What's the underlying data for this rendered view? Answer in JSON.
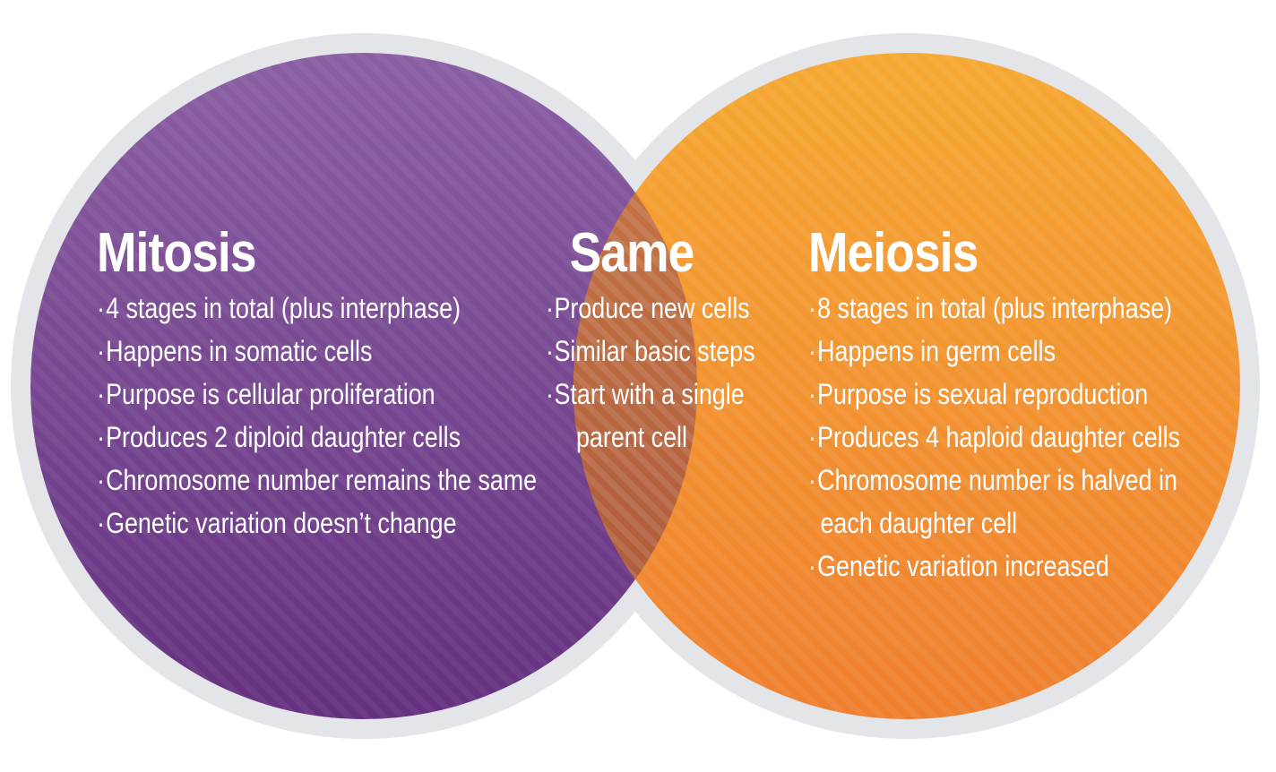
{
  "mitosis": {
    "title": "Mitosis",
    "color": "#6e3d8c",
    "items": [
      "4 stages in total (plus interphase)",
      "Happens in somatic cells",
      "Purpose is cellular proliferation",
      "Produces 2 diploid daughter cells",
      "Chromosome number remains the same",
      "Genetic variation doesn’t change"
    ]
  },
  "same": {
    "title": "Same",
    "color": "#c2623a",
    "items": [
      "Produce new cells",
      "Similar basic steps",
      "Start with a single",
      "parent cell"
    ]
  },
  "meiosis": {
    "title": "Meiosis",
    "color": "#f28f2e",
    "items": [
      "8 stages in total (plus interphase)",
      "Happens in germ cells",
      "Purpose is sexual reproduction",
      "Produces 4 haploid daughter cells",
      "Chromosome number is halved in",
      "each daughter cell",
      "Genetic variation increased"
    ]
  },
  "ring_color": "#e3e5e9"
}
